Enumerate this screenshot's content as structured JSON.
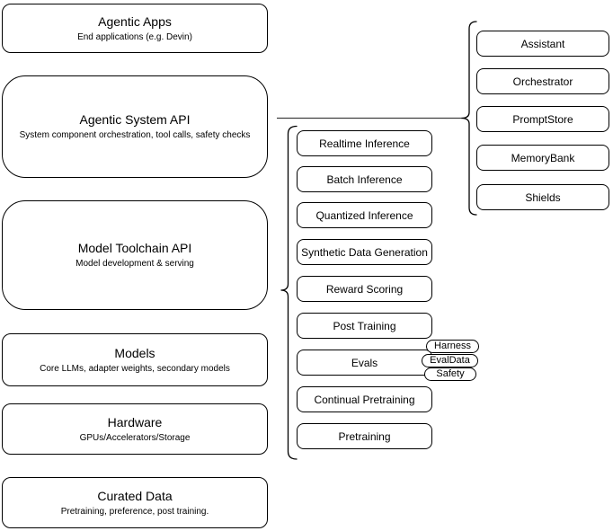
{
  "diagram": {
    "left_stack": [
      {
        "title": "Agentic Apps",
        "subtitle": "End applications (e.g. Devin)"
      },
      {
        "title": "Agentic System API",
        "subtitle": "System component orchestration, tool calls, safety checks"
      },
      {
        "title": "Model Toolchain API",
        "subtitle": "Model development & serving"
      },
      {
        "title": "Models",
        "subtitle": "Core LLMs, adapter weights, secondary models"
      },
      {
        "title": "Hardware",
        "subtitle": "GPUs/Accelerators/Storage"
      },
      {
        "title": "Curated Data",
        "subtitle": "Pretraining, preference, post training."
      }
    ],
    "toolchain": {
      "items": [
        "Realtime Inference",
        "Batch Inference",
        "Quantized Inference",
        "Synthetic Data Generation",
        "Reward Scoring",
        "Post Training",
        "Evals",
        "Continual Pretraining",
        "Pretraining"
      ],
      "evals_tags": [
        "Harness",
        "EvalData",
        "Safety"
      ]
    },
    "system_components": {
      "items": [
        "Assistant",
        "Orchestrator",
        "PromptStore",
        "MemoryBank",
        "Shields"
      ]
    },
    "colors": {
      "stroke": "#000000",
      "fill": "#ffffff",
      "connector": "#404040"
    }
  }
}
